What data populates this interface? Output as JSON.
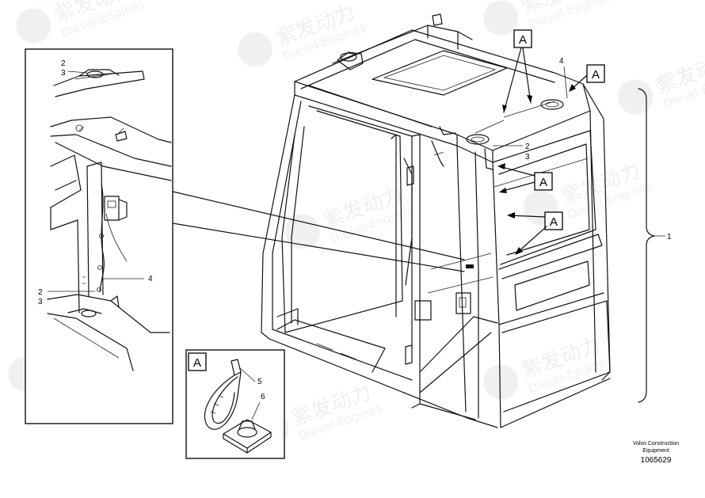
{
  "callouts": {
    "c1": "1",
    "c2_top": "2",
    "c3_top": "3",
    "c2_mid": "2",
    "c3_mid": "3",
    "c2_left": "2",
    "c3_left": "3",
    "c4_left": "4",
    "c4_top": "4",
    "c5": "5",
    "c6": "6"
  },
  "section_marker": "A",
  "credit": {
    "line1": "Volvo Construction",
    "line2": "Equipment",
    "part_number": "1065629"
  },
  "watermark": {
    "brand": "紫发动力",
    "sub": "Diesel-Engines"
  }
}
